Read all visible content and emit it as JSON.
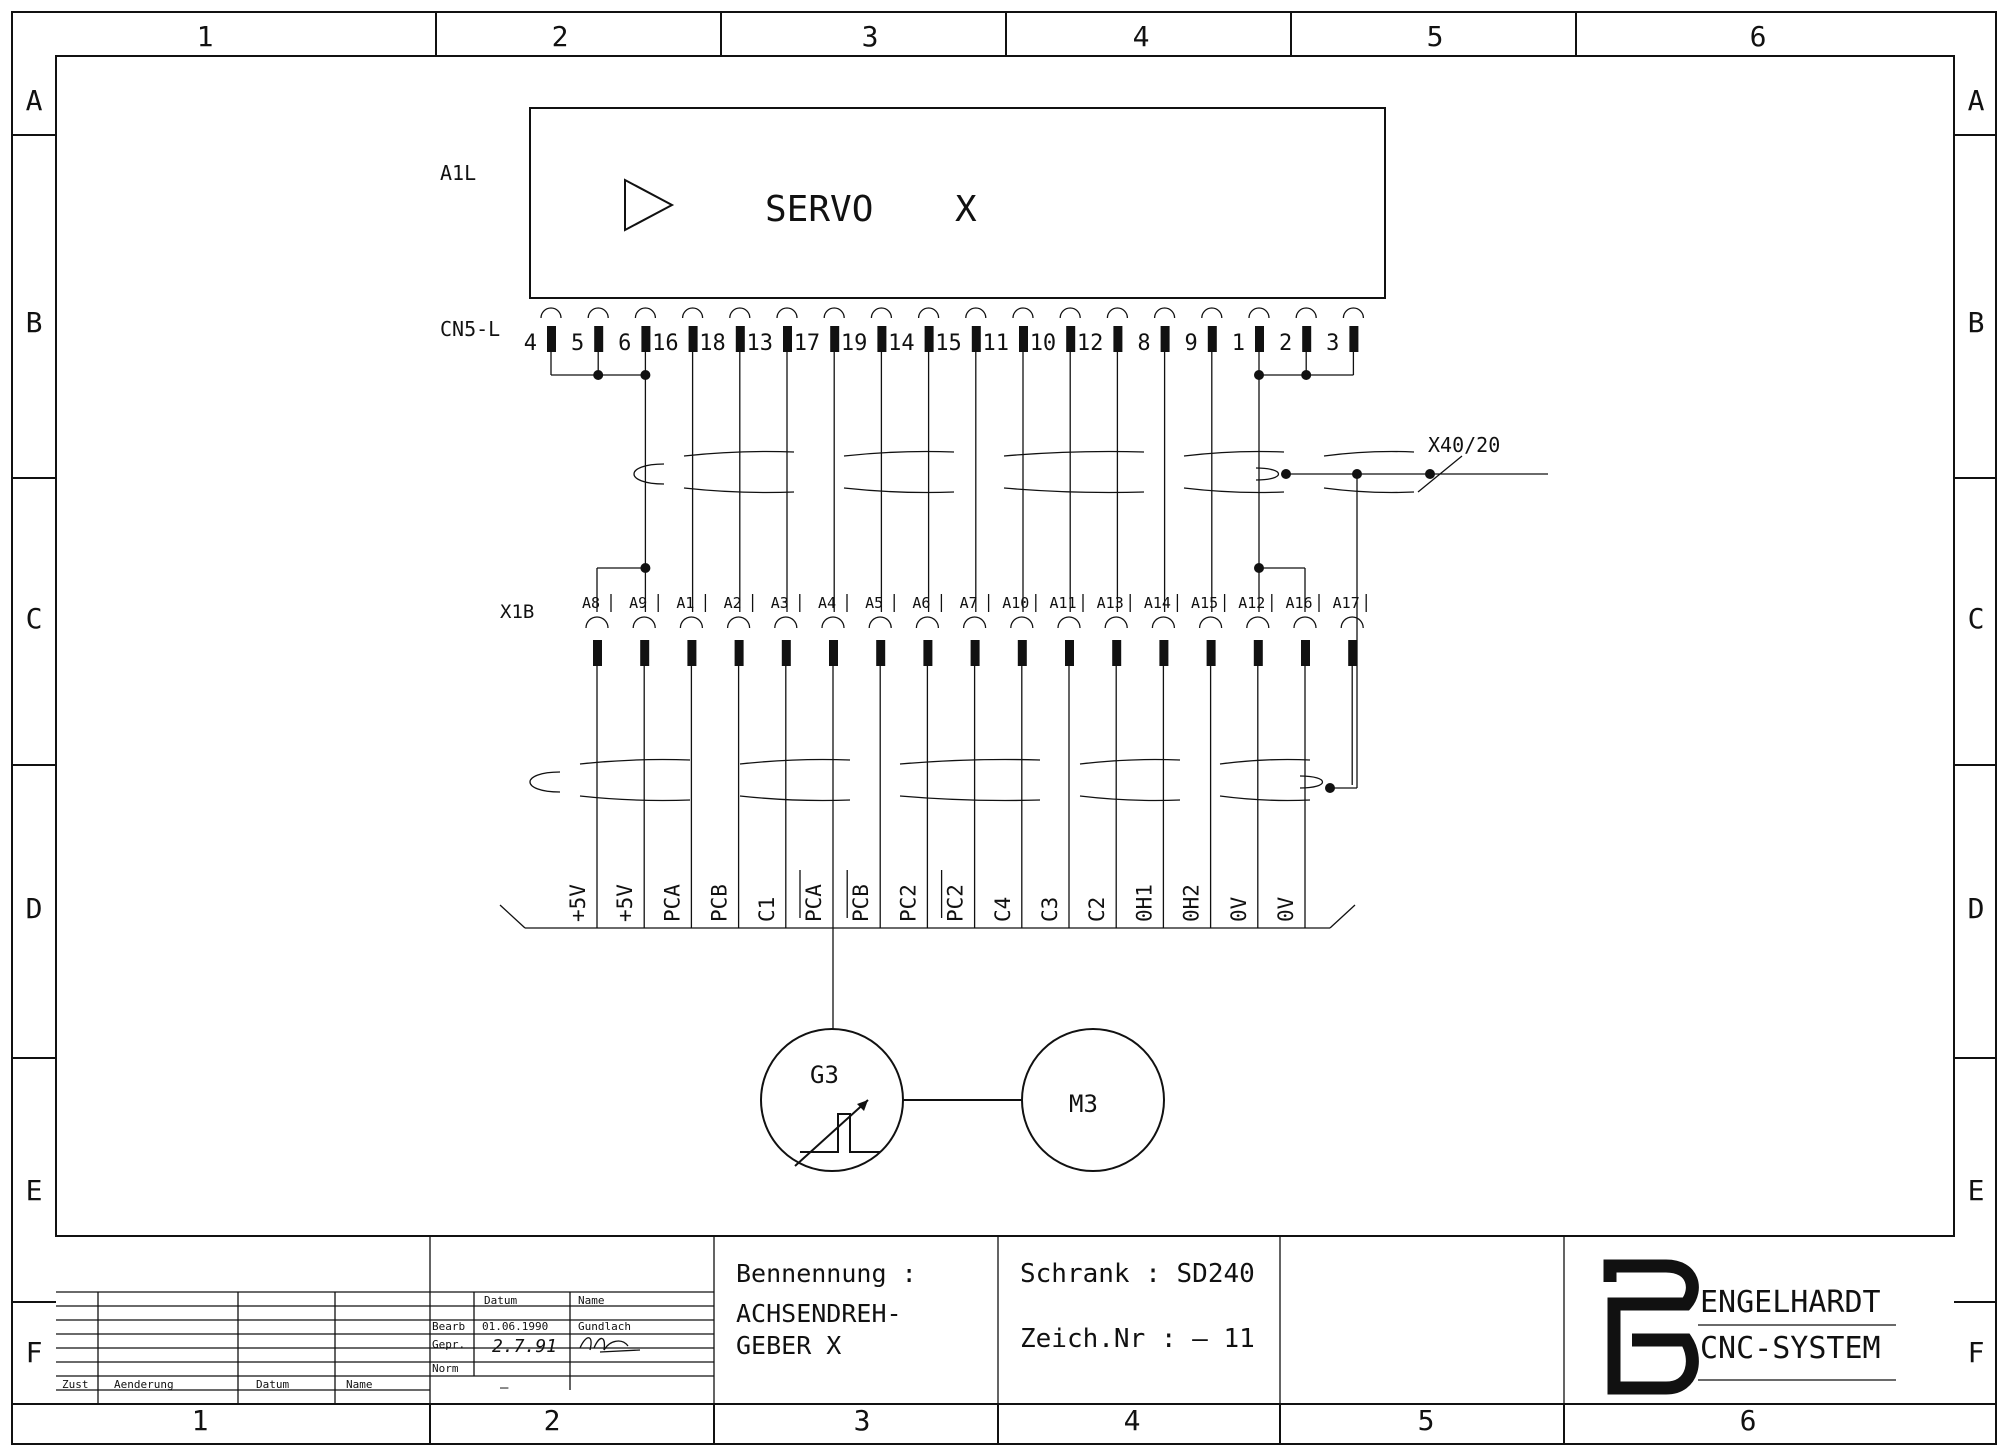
{
  "zones": {
    "cols": [
      "1",
      "2",
      "3",
      "4",
      "5",
      "6"
    ],
    "rows": [
      "A",
      "B",
      "C",
      "D",
      "E",
      "F"
    ]
  },
  "servo": {
    "ref": "A1L",
    "title": "SERVO",
    "axis": "X",
    "connector": "CN5-L",
    "pins": [
      "4",
      "5",
      "6",
      "16",
      "18",
      "13",
      "17",
      "19",
      "14",
      "15",
      "11",
      "10",
      "12",
      "8",
      "9",
      "1",
      "2",
      "3"
    ]
  },
  "shield_ref": "X40/20",
  "terminal": {
    "ref": "X1B",
    "pins": [
      "A8",
      "A9",
      "A1",
      "A2",
      "A3",
      "A4",
      "A5",
      "A6",
      "A7",
      "A10",
      "A11",
      "A13",
      "A14",
      "A15",
      "A12",
      "A16",
      "A17"
    ]
  },
  "signals": [
    "+5V",
    "+5V",
    "PCA",
    "PCB",
    "C1",
    "PCA",
    "PCB",
    "PC2",
    "PC2",
    "C4",
    "C3",
    "C2",
    "0H1",
    "0H2",
    "0V",
    "0V"
  ],
  "encoder": {
    "ref": "G3"
  },
  "motor": {
    "ref": "M3"
  },
  "titleblock": {
    "zust": "Zust",
    "aenderung": "Aenderung",
    "datum_col": "Datum",
    "name_col": "Name",
    "hdr_datum": "Datum",
    "hdr_name": "Name",
    "bearb_label": "Bearb",
    "bearb_date": "01.06.1990",
    "bearb_name": "Gundlach",
    "gepr_label": "Gepr.",
    "gepr_date": "2.7.91",
    "norm_label": "Norm",
    "norm_value": "–",
    "benennung_label": "Bennennung :",
    "benennung_line1": "ACHSENDREH-",
    "benennung_line2": "GEBER X",
    "schrank_label": "Schrank : SD240",
    "zeichnr_label": "Zeich.Nr : – 11",
    "company_line1": "ENGELHARDT",
    "company_line2": "CNC-SYSTEM"
  }
}
